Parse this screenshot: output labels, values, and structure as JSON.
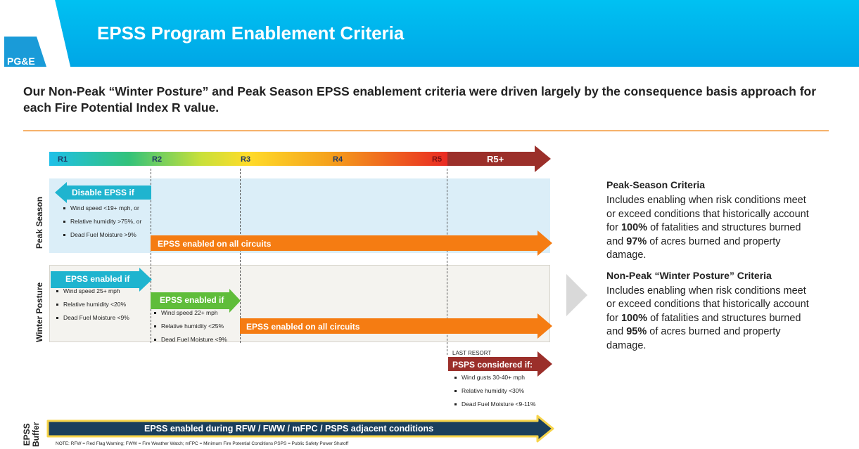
{
  "header": {
    "title": "EPSS Program Enablement Criteria",
    "logo_text": "PG&E",
    "banner_color": "#00b0f0"
  },
  "subtitle": "Our Non-Peak “Winter Posture” and Peak Season EPSS enablement criteria were driven largely by the consequence basis approach for each Fire Potential Index R value.",
  "scale": {
    "labels": [
      "R1",
      "R2",
      "R3",
      "R4",
      "R5",
      "R5+"
    ]
  },
  "peak_season": {
    "row_label": "Peak Season",
    "disable_title": "Disable EPSS if",
    "disable_items": [
      "Wind speed <19+ mph, or",
      "Relative humidity >75%, or",
      "Dead Fuel Moisture  >9%"
    ],
    "enabled_all": "EPSS enabled on all circuits"
  },
  "winter_posture": {
    "row_label": "Winter Posture",
    "enabled_if_1": "EPSS enabled if",
    "items_1": [
      "Wind speed 25+ mph",
      "Relative humidity <20%",
      "Dead Fuel Moisture  <9%"
    ],
    "enabled_if_2": "EPSS enabled if",
    "items_2": [
      "Wind speed 22+ mph",
      "Relative humidity <25%",
      "Dead Fuel Moisture  <9%"
    ],
    "enabled_all": "EPSS enabled on all circuits"
  },
  "psps": {
    "last_resort": "LAST RESORT",
    "title": "PSPS considered if:",
    "items": [
      "Wind gusts 30-40+ mph",
      "Relative humidity <30%",
      "Dead Fuel Moisture  <9-11%"
    ]
  },
  "buffer": {
    "row_label_1": "EPSS",
    "row_label_2": "Buffer",
    "text": "EPSS enabled during RFW / FWW / mFPC / PSPS adjacent conditions",
    "note": "NOTE: RFW = Red Flag Warning; FWW = Fire Weather Watch; mFPC = Minimum Fire Potential Conditions PSPS = Public Safety Power Shutoff"
  },
  "side": {
    "peak_heading": "Peak-Season Criteria",
    "peak_body_1": "Includes enabling when risk conditions meet or exceed conditions that historically account for ",
    "peak_pct_1": "100%",
    "peak_body_2": " of fatalities and structures burned and ",
    "peak_pct_2": "97%",
    "peak_body_3": " of acres burned and property damage.",
    "winter_heading": "Non-Peak “Winter Posture” Criteria",
    "winter_body_1": "Includes enabling when risk conditions meet or exceed conditions that historically account for ",
    "winter_pct_1": "100%",
    "winter_body_2": " of fatalities and structures burned and ",
    "winter_pct_2": "95%",
    "winter_body_3": " of acres burned and property damage."
  },
  "colors": {
    "cyan": "#1fb4cf",
    "green": "#5fbd3a",
    "orange": "#f57c12",
    "maroon": "#9b2f2a",
    "navy": "#1b3f5c"
  }
}
